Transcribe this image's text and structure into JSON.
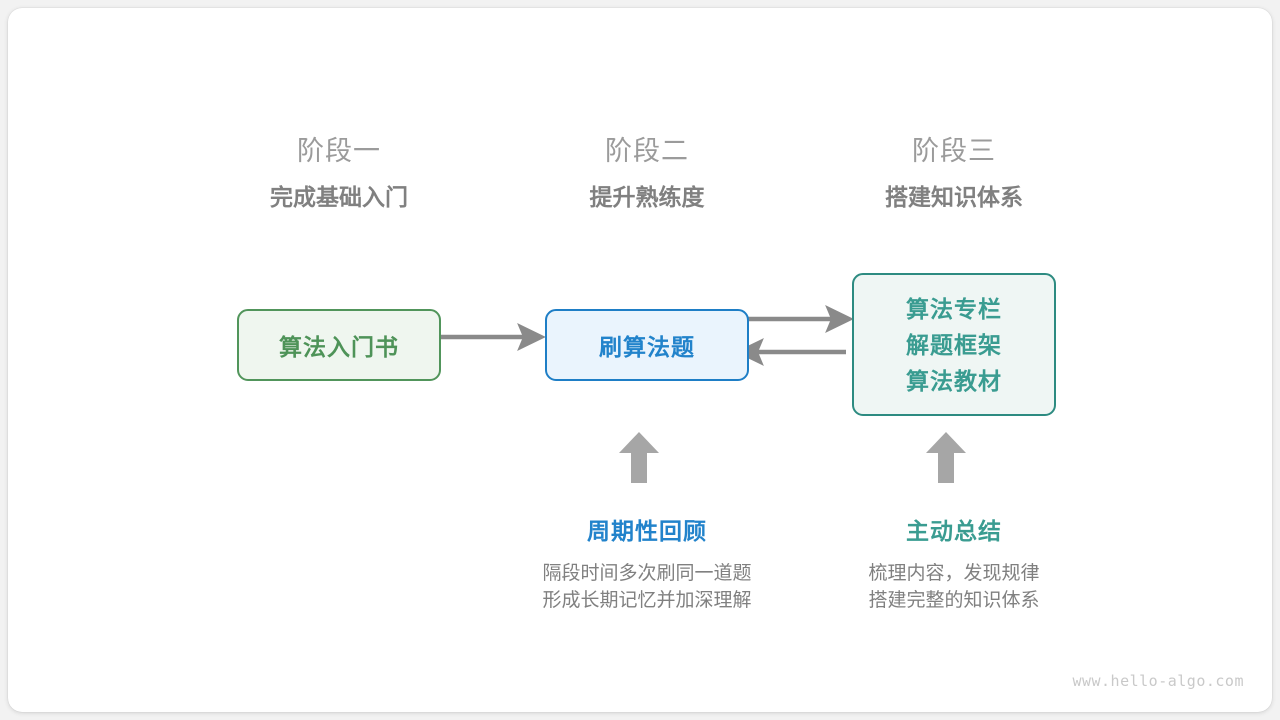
{
  "stages": [
    {
      "name": "阶段一",
      "title": "完成基础入门"
    },
    {
      "name": "阶段二",
      "title": "提升熟练度"
    },
    {
      "name": "阶段三",
      "title": "搭建知识体系"
    }
  ],
  "nodes": {
    "book": {
      "lines": [
        "算法入门书"
      ],
      "border_color": "#51955b",
      "fill_color": "#eff6ef",
      "text_color": "#4e9358"
    },
    "practice": {
      "lines": [
        "刷算法题"
      ],
      "border_color": "#1e7ec6",
      "fill_color": "#eaf4fd",
      "text_color": "#2283cb"
    },
    "resources": {
      "lines": [
        "算法专栏",
        "解题框架",
        "算法教材"
      ],
      "border_color": "#2d8b81",
      "fill_color": "#eff6f4",
      "text_color": "#3a9c91"
    }
  },
  "arrows": {
    "color": "#8a8a8a",
    "book_to_practice": "算法入门书 → 刷算法题",
    "practice_to_resources": "刷算法题 → 算法专栏/解题框架/算法教材",
    "resources_to_practice": "算法专栏/解题框架/算法教材 → 刷算法题",
    "up_into_practice": "周期性回顾 ↑ 刷算法题",
    "up_into_resources": "主动总结 ↑ 算法专栏/解题框架/算法教材"
  },
  "annotations": {
    "review": {
      "title": "周期性回顾",
      "desc_line_1": "隔段时间多次刷同一道题",
      "desc_line_2": "形成长期记忆并加深理解",
      "color": "#2283cb"
    },
    "summary": {
      "title": "主动总结",
      "desc_line_1": "梳理内容，发现规律",
      "desc_line_2": "搭建完整的知识体系",
      "color": "#3a9c91"
    }
  },
  "watermark": "www.hello-algo.com"
}
